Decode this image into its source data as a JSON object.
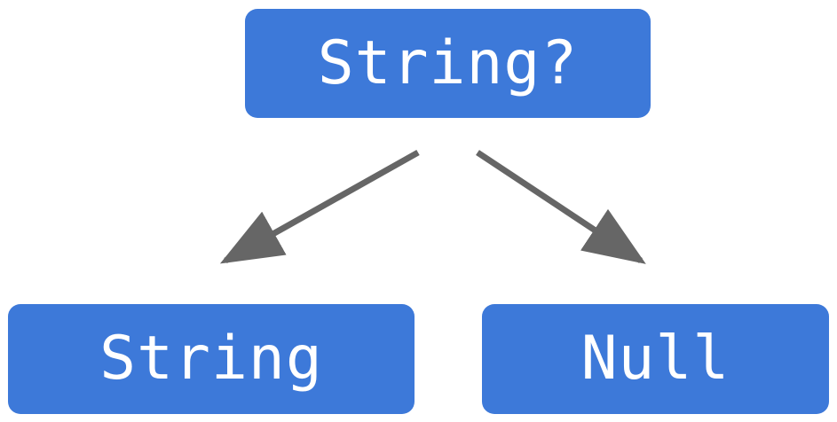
{
  "colors": {
    "node_fill": "#3d79d9",
    "node_text": "#ffffff",
    "arrow": "#666666"
  },
  "nodes": {
    "root": {
      "label": "String?"
    },
    "left": {
      "label": "String"
    },
    "right": {
      "label": "Null"
    }
  },
  "edges": [
    {
      "from": "root",
      "to": "left"
    },
    {
      "from": "root",
      "to": "right"
    }
  ]
}
